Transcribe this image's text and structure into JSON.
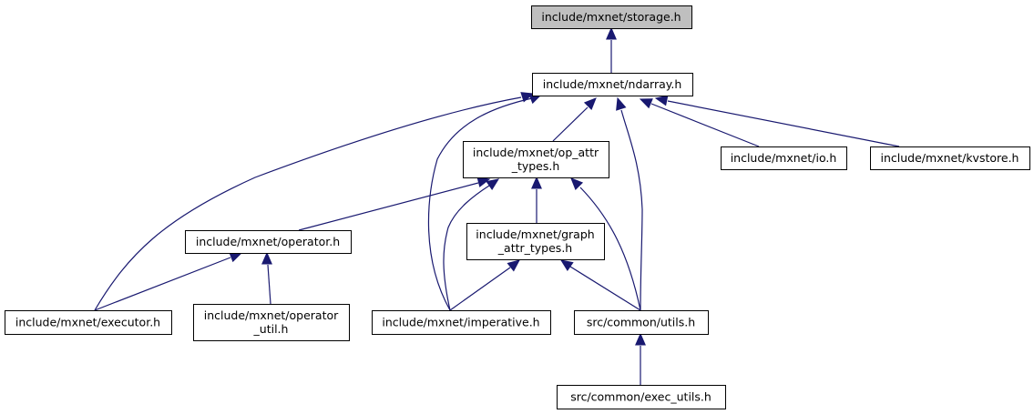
{
  "nodes": [
    {
      "id": "storage",
      "lines": [
        "include/mxnet/storage.h"
      ],
      "root": true
    },
    {
      "id": "ndarray",
      "lines": [
        "include/mxnet/ndarray.h"
      ]
    },
    {
      "id": "op_attr",
      "lines": [
        "include/mxnet/op_attr",
        "_types.h"
      ]
    },
    {
      "id": "io",
      "lines": [
        "include/mxnet/io.h"
      ]
    },
    {
      "id": "kvstore",
      "lines": [
        "include/mxnet/kvstore.h"
      ]
    },
    {
      "id": "operator",
      "lines": [
        "include/mxnet/operator.h"
      ]
    },
    {
      "id": "graph_attr",
      "lines": [
        "include/mxnet/graph",
        "_attr_types.h"
      ]
    },
    {
      "id": "executor",
      "lines": [
        "include/mxnet/executor.h"
      ]
    },
    {
      "id": "operator_util",
      "lines": [
        "include/mxnet/operator",
        "_util.h"
      ]
    },
    {
      "id": "imperative",
      "lines": [
        "include/mxnet/imperative.h"
      ]
    },
    {
      "id": "utils",
      "lines": [
        "src/common/utils.h"
      ]
    },
    {
      "id": "exec_utils",
      "lines": [
        "src/common/exec_utils.h"
      ]
    }
  ],
  "edges": [
    {
      "from": "ndarray",
      "to": "storage"
    },
    {
      "from": "executor",
      "to": "ndarray"
    },
    {
      "from": "imperative",
      "to": "ndarray"
    },
    {
      "from": "op_attr",
      "to": "ndarray"
    },
    {
      "from": "utils",
      "to": "ndarray"
    },
    {
      "from": "io",
      "to": "ndarray"
    },
    {
      "from": "kvstore",
      "to": "ndarray"
    },
    {
      "from": "operator",
      "to": "op_attr"
    },
    {
      "from": "imperative",
      "to": "op_attr"
    },
    {
      "from": "graph_attr",
      "to": "op_attr"
    },
    {
      "from": "utils",
      "to": "op_attr"
    },
    {
      "from": "executor",
      "to": "operator"
    },
    {
      "from": "operator_util",
      "to": "operator"
    },
    {
      "from": "imperative",
      "to": "graph_attr"
    },
    {
      "from": "utils",
      "to": "graph_attr"
    },
    {
      "from": "exec_utils",
      "to": "utils"
    }
  ]
}
